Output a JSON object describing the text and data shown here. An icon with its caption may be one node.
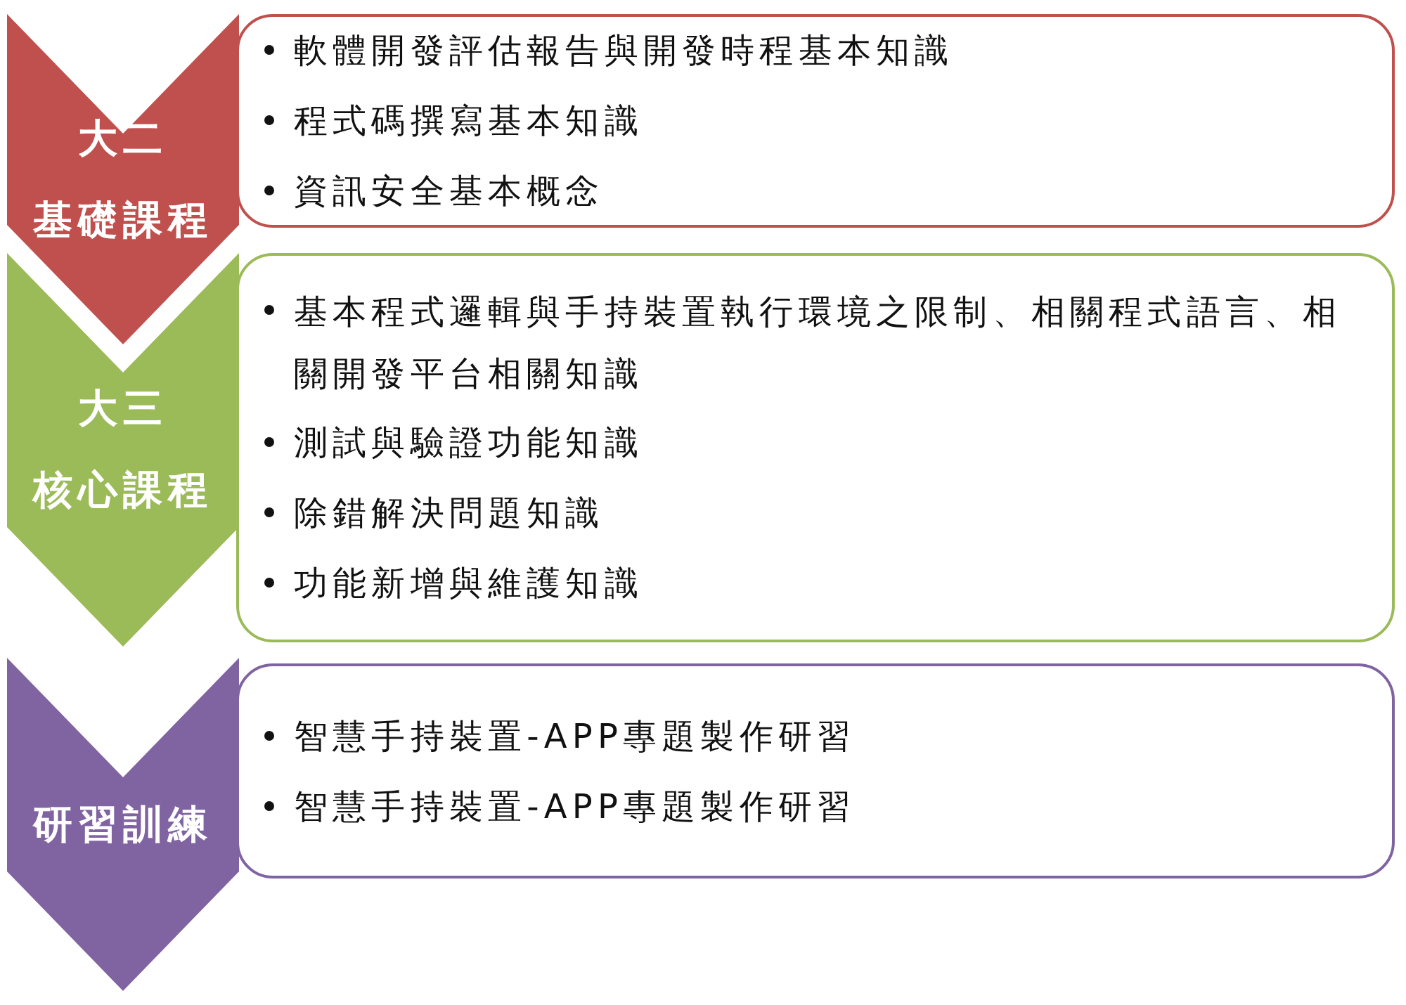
{
  "diagram": {
    "nodes": [
      {
        "text": [
          "大二",
          "基礎課程"
        ]
      },
      {
        "text": [
          "軟體開發評估報告與開發時程基本知識",
          "程式碼撰寫基本知識",
          "資訊安全基本概念"
        ]
      },
      {
        "text": [
          "大三",
          "核心課程"
        ]
      },
      {
        "text": [
          "基本程式邏輯與手持裝置執行環境之限制、相關程式語言、相關開發平台相關知識",
          "測試與驗證功能知識",
          "除錯解決問題知識",
          "功能新增與維護知識"
        ]
      },
      {
        "text": [
          "研習訓練"
        ]
      },
      {
        "text": [
          "智慧手持裝置-APP專題製作研習",
          "智慧手持裝置-APP專題製作研習"
        ]
      }
    ],
    "edges": []
  }
}
